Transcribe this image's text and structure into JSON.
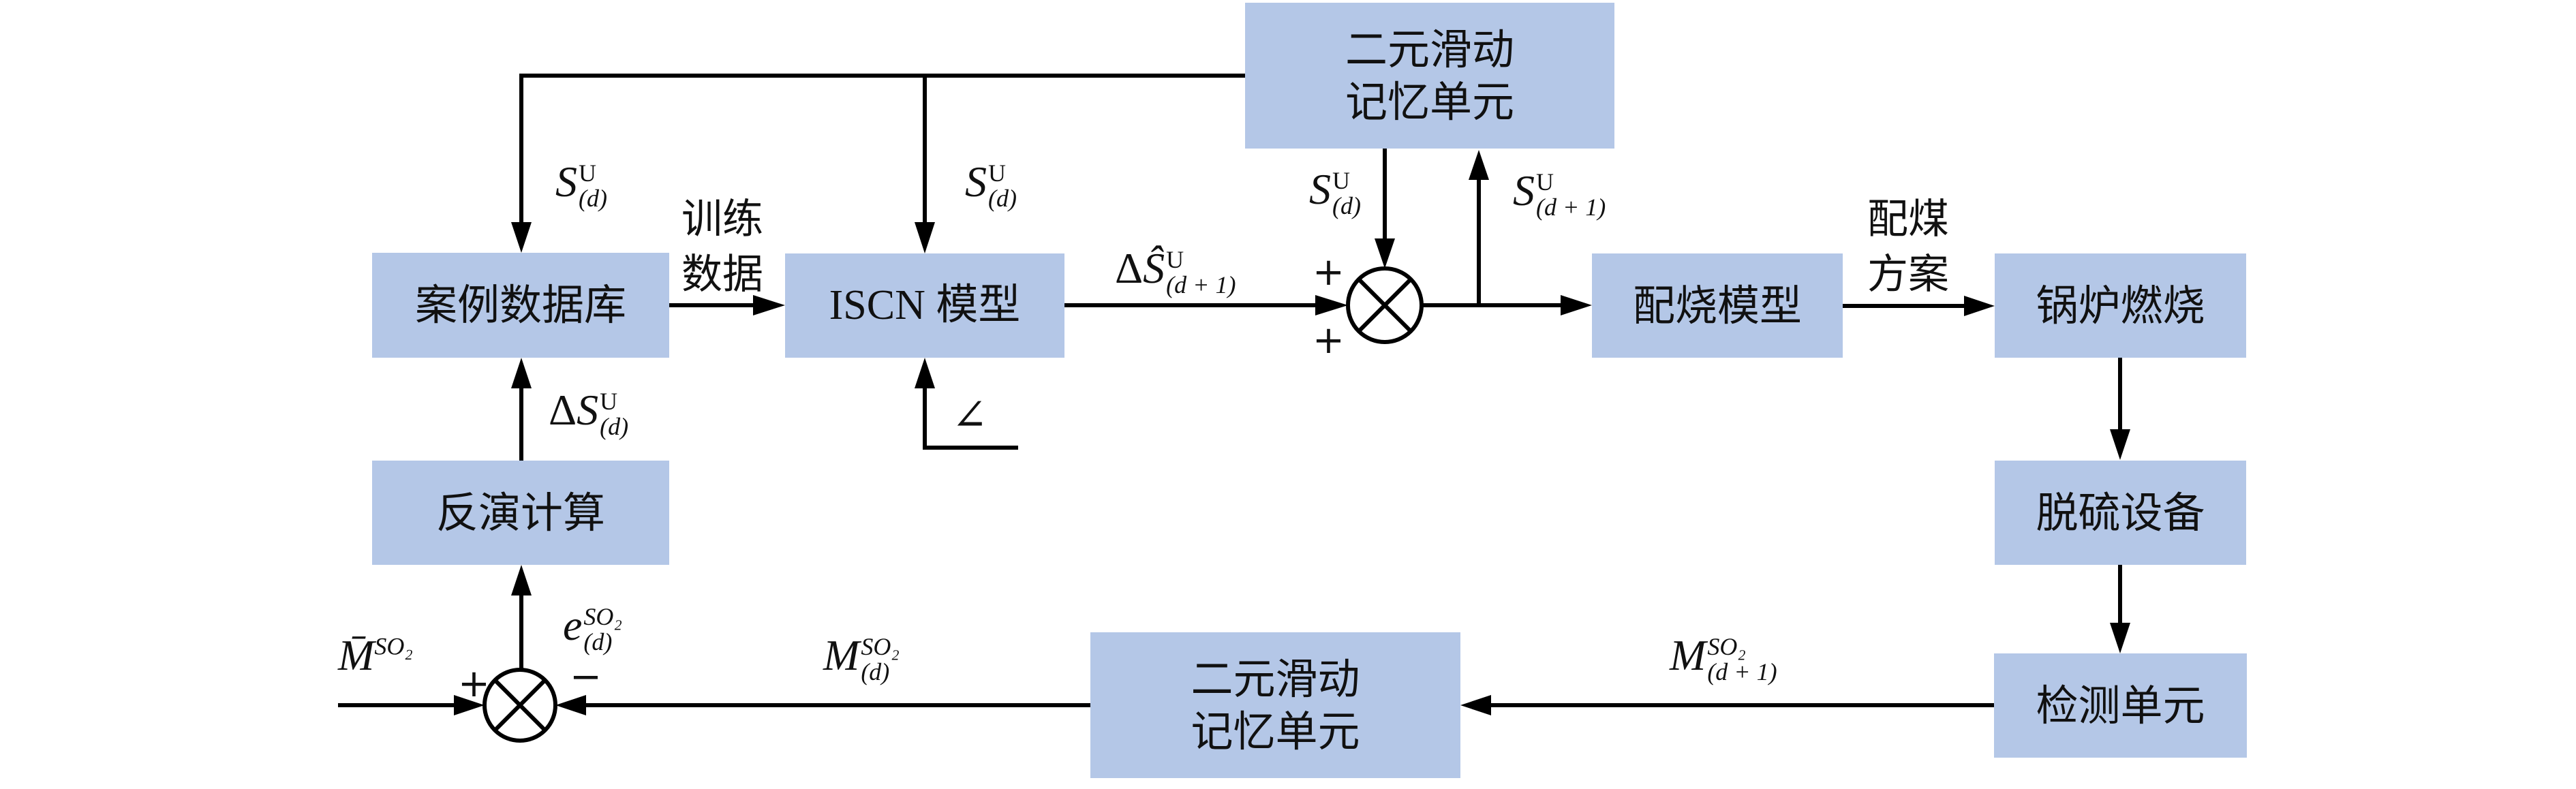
{
  "diagram": {
    "type": "control-loop block diagram",
    "blocks": {
      "case_database": "案例数据库",
      "iscn_model": "ISCN 模型",
      "memory_top": [
        "二元滑动",
        "记忆单元"
      ],
      "blending_model": "配烧模型",
      "boiler_combustion": "锅炉燃烧",
      "inversion": "反演计算",
      "desulfurization": "脱硫设备",
      "detection_unit": "检测单元",
      "memory_bottom": [
        "二元滑动",
        "记忆单元"
      ]
    },
    "edge_labels": {
      "training_data": [
        "训练",
        "数据"
      ],
      "coal_blending_plan": [
        "配煤",
        "方案"
      ],
      "s_d_to_database": {
        "base": "S",
        "sup": "U",
        "sub": "(d)"
      },
      "s_d_to_iscn": {
        "base": "S",
        "sup": "U",
        "sub": "(d)"
      },
      "s_d_to_summer": {
        "base": "S",
        "sup": "U",
        "sub": "(d)"
      },
      "s_d1_to_memory": {
        "base": "S",
        "sup": "U",
        "sub": "(d + 1)"
      },
      "delta_s_hat": {
        "prefix": "Δ",
        "base": "Ŝ",
        "sup": "U",
        "sub": "(d + 1)"
      },
      "delta_s_d": {
        "prefix": "Δ",
        "base": "S",
        "sup": "U",
        "sub": "(d)"
      },
      "error": {
        "base": "e",
        "sup": "SO₂",
        "sub": "(d)"
      },
      "m_bar": {
        "base": "M̄",
        "sup": "SO₂"
      },
      "m_d": {
        "base": "M",
        "sup": "SO₂",
        "sub": "(d)"
      },
      "m_d1": {
        "base": "M",
        "sup": "SO₂",
        "sub": "(d + 1)"
      },
      "angle_symbol": "∠"
    },
    "summers": {
      "top": {
        "signs": [
          "+",
          "+"
        ]
      },
      "bottom": {
        "signs": [
          "+",
          "−"
        ]
      }
    },
    "colors": {
      "block_fill": "#b4c7e7",
      "line": "#000000"
    }
  }
}
